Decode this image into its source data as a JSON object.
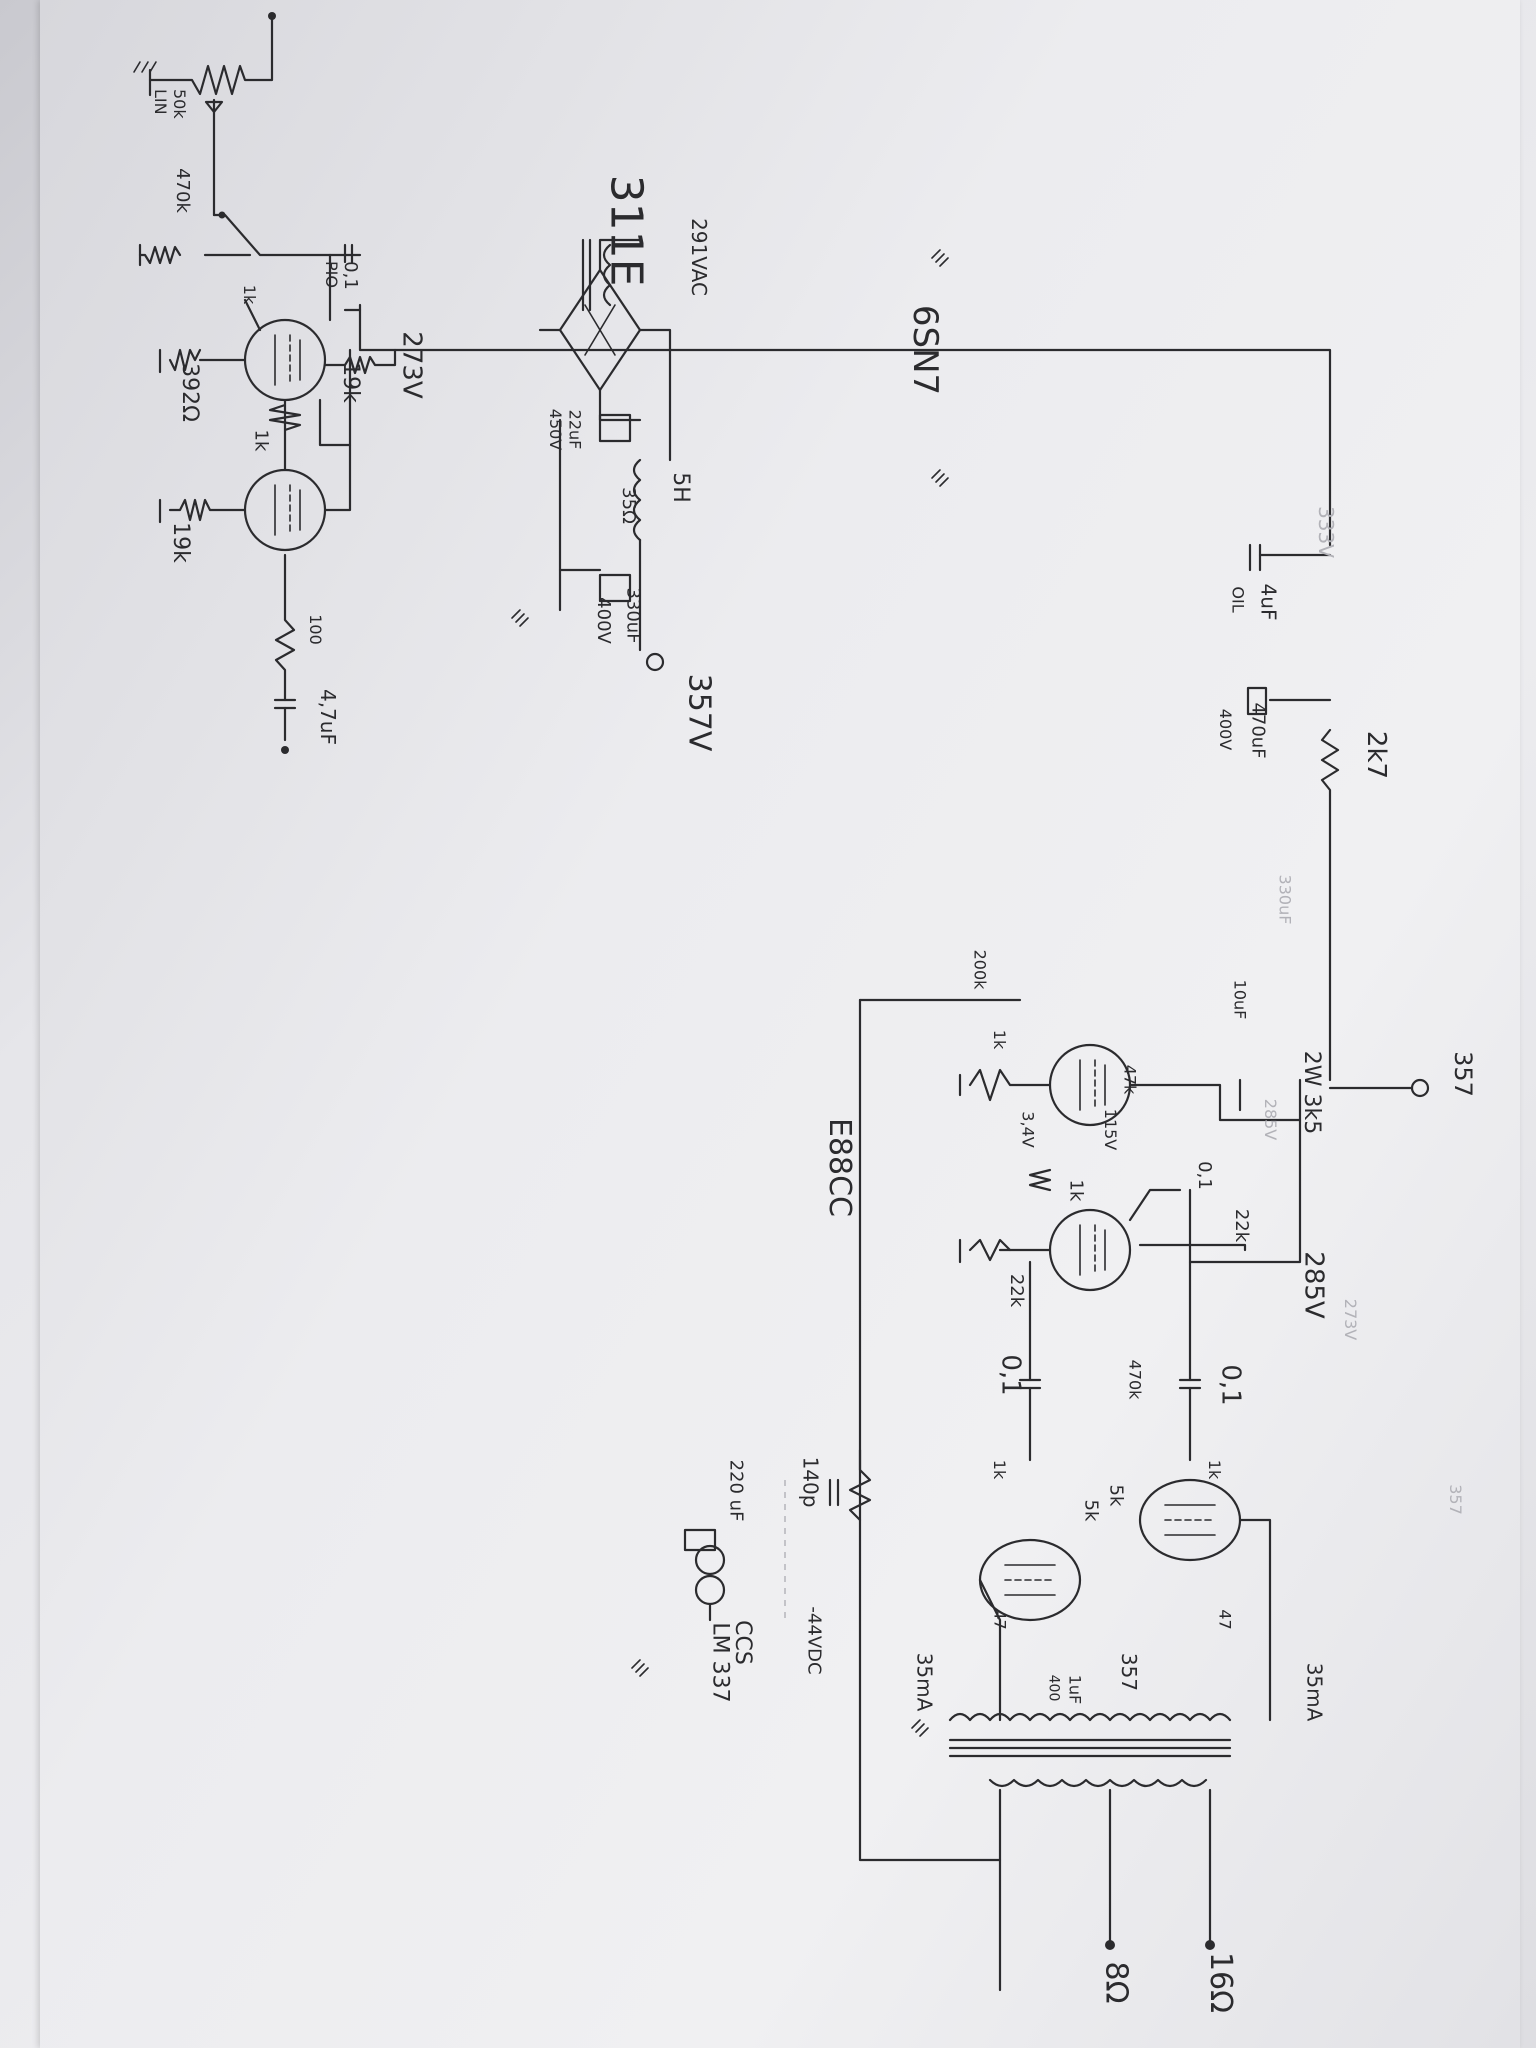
{
  "labels": {
    "tube_6sn7": "6SN7",
    "tube_e88cc": "E88CC",
    "v_b_273": "273V",
    "v_b_333": "333V",
    "v_b_357": "357",
    "v_b_285": "285V",
    "v_b_285_faint": "285V",
    "v_b_273_faint": "273V",
    "v_b_357_faint": "357",
    "v_115": "115V",
    "v_34": "3,4V",
    "v_psu": "357V",
    "v_bias": "-44VDC",
    "v_ac": "291VAC",
    "r_50k": "50k LIN",
    "r_470k": "470k",
    "c_01": "0,1",
    "c_01_note": "PIO",
    "r_1k_grid": "1k",
    "r_19k_a": "19k",
    "r_392": "392Ω",
    "r_1k_k": "1k",
    "r_19k_b": "19k",
    "c_4uf": "4uF",
    "c_4uf_note": "OIL",
    "r_100": "100",
    "c_47uf": "4,7uF",
    "c_470uf": "470uF",
    "c_470uf_v": "400V",
    "r_2k7": "2k7",
    "c_330faint": "330uF",
    "r_200k": "200k",
    "r_1k_e": "1k",
    "r_47k": "47k",
    "c_10uf": "10uF",
    "r_3k5": "2W 3k5",
    "c_01b": "0,1",
    "r_1k_e2": "1k",
    "r_22k_a": "22k",
    "r_22k_b": "22k",
    "c_01c": "0,1",
    "c_01d": "0,1",
    "r_470k_b": "470k",
    "r_5k_a": "5k",
    "r_5k_b": "5k",
    "r_1k_o1": "1k",
    "r_1k_o2": "1k",
    "r_47_a": "47",
    "r_47_b": "47",
    "c_140p": "140p",
    "c_220uf": "220 uF",
    "ccs": "CCS",
    "lm": "LM 337",
    "ma_35a": "35mA",
    "ma_35b": "35mA",
    "c_1uf": "1uF",
    "c_1uf_v": "400",
    "out_16": "16Ω",
    "out_8": "8Ω",
    "ch_5h": "5H",
    "ch_35": "35Ω",
    "c_22uf": "22uF",
    "c_22uf_v": "450V",
    "c_330uf": "330uF",
    "c_330uf_v": "400V",
    "xfmr": "311E"
  },
  "colors": {
    "ink": "#2b2b2e",
    "paper": "#ececef",
    "faint": "#b2b2b8"
  }
}
